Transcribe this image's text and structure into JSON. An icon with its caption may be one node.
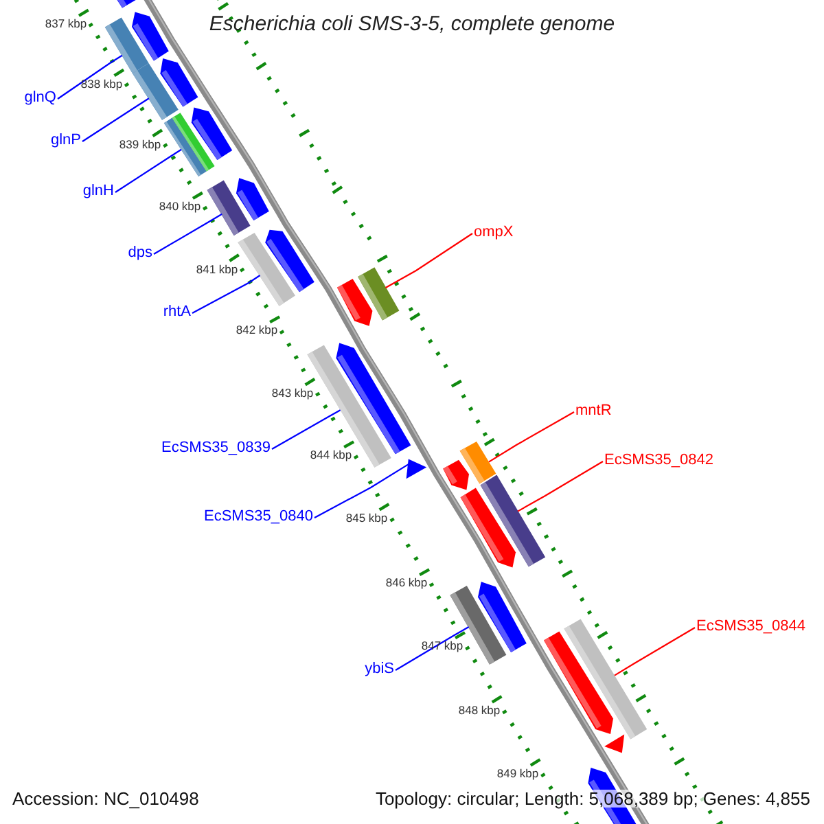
{
  "diagram": {
    "title": "Escherichia coli SMS-3-5, complete genome",
    "nodes": [
      {
        "text": [
          "glnQ"
        ]
      },
      {
        "text": [
          "glnP"
        ]
      },
      {
        "text": [
          "glnH"
        ]
      },
      {
        "text": [
          "dps"
        ]
      },
      {
        "text": [
          "rhtA"
        ]
      },
      {
        "text": [
          "EcSMS35_0839"
        ]
      },
      {
        "text": [
          "EcSMS35_0840"
        ]
      },
      {
        "text": [
          "ybiS"
        ]
      },
      {
        "text": [
          "ompX"
        ]
      },
      {
        "text": [
          "mntR"
        ]
      },
      {
        "text": [
          "EcSMS35_0842"
        ]
      },
      {
        "text": [
          "EcSMS35_0844"
        ]
      },
      {
        "text": [],
        "shape": "box"
      },
      {
        "text": [],
        "shape": "box"
      },
      {
        "text": [],
        "shape": "box"
      },
      {
        "text": [],
        "shape": "box"
      },
      {
        "text": [],
        "shape": "box"
      },
      {
        "text": [],
        "shape": "box"
      },
      {
        "text": [],
        "shape": "box"
      },
      {
        "text": [],
        "shape": "triangle"
      },
      {
        "text": [],
        "shape": "box"
      },
      {
        "text": [],
        "shape": "box"
      },
      {
        "text": [],
        "shape": "box"
      },
      {
        "text": [],
        "shape": "box"
      }
    ],
    "edges": [
      {
        "from": 0,
        "to": 12,
        "arrow": "none"
      },
      {
        "from": 1,
        "to": 13,
        "arrow": "none"
      },
      {
        "from": 2,
        "to": 14,
        "arrow": "none"
      },
      {
        "from": 3,
        "to": 15,
        "arrow": "none"
      },
      {
        "from": 4,
        "to": 16,
        "arrow": "none"
      },
      {
        "from": 5,
        "to": 18,
        "arrow": "none"
      },
      {
        "from": 6,
        "to": 19,
        "arrow": "none"
      },
      {
        "from": 7,
        "to": 22,
        "arrow": "none"
      },
      {
        "from": 8,
        "to": 17,
        "arrow": "none",
        "color": "#ff0000"
      },
      {
        "from": 9,
        "to": 20,
        "arrow": "none",
        "color": "#ff0000"
      },
      {
        "from": 10,
        "to": 21,
        "arrow": "none",
        "color": "#ff0000"
      },
      {
        "from": 11,
        "to": 23,
        "arrow": "none",
        "color": "#ff0000"
      }
    ],
    "labels": [
      "837 kbp",
      "838 kbp",
      "839 kbp",
      "840 kbp",
      "841 kbp",
      "842 kbp",
      "843 kbp",
      "844 kbp",
      "845 kbp",
      "846 kbp",
      "847 kbp",
      "848 kbp",
      "849 kbp",
      "Accession: NC_010498",
      "Topology: circular; Length: 5,068,389 bp; Genes: 4,855"
    ]
  }
}
